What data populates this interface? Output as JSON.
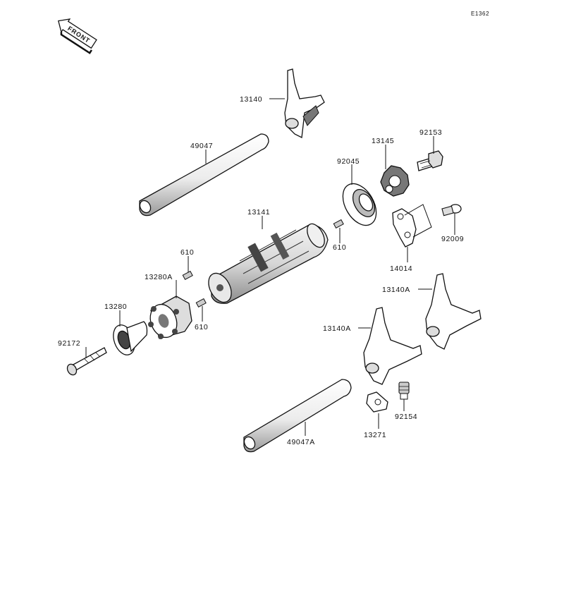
{
  "diagram_code": "E1362",
  "front_label": "FRONT",
  "labels": {
    "p13140": "13140",
    "p49047": "49047",
    "p13145": "13145",
    "p92153": "92153",
    "p92045": "92045",
    "p13141": "13141",
    "p92009": "92009",
    "p610a": "610",
    "p610b": "610",
    "p610c": "610",
    "p13280A": "13280A",
    "p14014": "14014",
    "p13140Aa": "13140A",
    "p13140Ab": "13140A",
    "p13280": "13280",
    "p92172": "92172",
    "p92154": "92154",
    "p13271": "13271",
    "p49047A": "49047A"
  },
  "colors": {
    "line": "#111111",
    "part_fill": "#ffffff",
    "shade": "#c8c8c8",
    "dark": "#6a6a6a"
  }
}
